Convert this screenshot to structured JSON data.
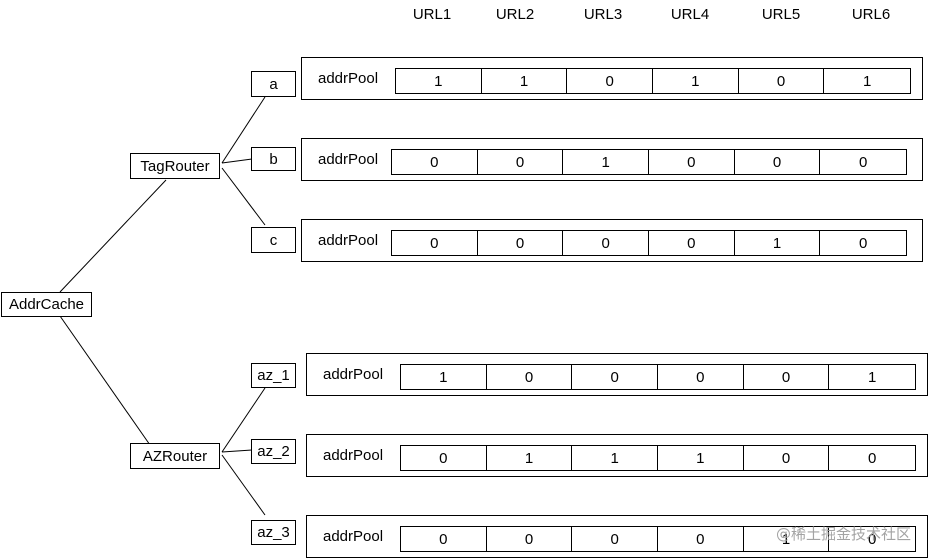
{
  "headers": [
    "URL1",
    "URL2",
    "URL3",
    "URL4",
    "URL5",
    "URL6"
  ],
  "root": "AddrCache",
  "routers": [
    {
      "name": "TagRouter",
      "children": [
        {
          "name": "a",
          "pool_label": "addrPool",
          "values": [
            "1",
            "1",
            "0",
            "1",
            "0",
            "1"
          ]
        },
        {
          "name": "b",
          "pool_label": "addrPool",
          "values": [
            "0",
            "0",
            "1",
            "0",
            "0",
            "0"
          ]
        },
        {
          "name": "c",
          "pool_label": "addrPool",
          "values": [
            "0",
            "0",
            "0",
            "0",
            "1",
            "0"
          ]
        }
      ]
    },
    {
      "name": "AZRouter",
      "children": [
        {
          "name": "az_1",
          "pool_label": "addrPool",
          "values": [
            "1",
            "0",
            "0",
            "0",
            "0",
            "1"
          ]
        },
        {
          "name": "az_2",
          "pool_label": "addrPool",
          "values": [
            "0",
            "1",
            "1",
            "1",
            "0",
            "0"
          ]
        },
        {
          "name": "az_3",
          "pool_label": "addrPool",
          "values": [
            "0",
            "0",
            "0",
            "0",
            "1",
            "0"
          ]
        }
      ]
    }
  ],
  "watermark": "@稀土掘金技术社区"
}
